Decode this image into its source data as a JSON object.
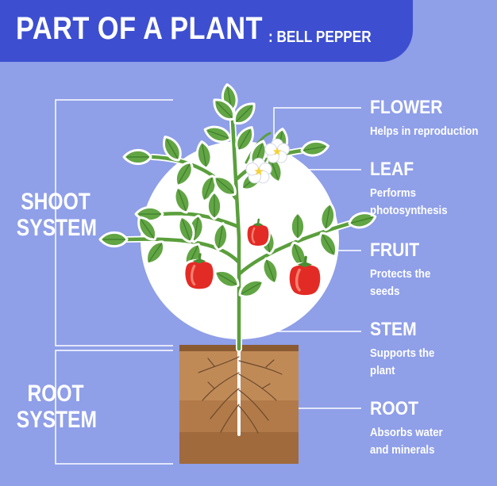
{
  "title": {
    "main": "PART OF A PLANT",
    "sub": ": BELL PEPPER"
  },
  "systems": [
    {
      "lines": [
        "SHOOT",
        "SYSTEM"
      ]
    },
    {
      "lines": [
        "ROOT",
        "SYSTEM"
      ]
    }
  ],
  "parts": [
    {
      "name": "FLOWER",
      "desc": [
        "Helps in reproduction"
      ]
    },
    {
      "name": "LEAF",
      "desc": [
        "Performs",
        "photosynthesis"
      ]
    },
    {
      "name": "FRUIT",
      "desc": [
        "Protects the",
        "seeds"
      ]
    },
    {
      "name": "STEM",
      "desc": [
        "Supports the",
        "plant"
      ]
    },
    {
      "name": "ROOT",
      "desc": [
        "Absorbs water",
        "and minerals"
      ]
    }
  ],
  "colors": {
    "background": "#8f9fe8",
    "banner": "#3d4fd0",
    "leaf": "#62a544",
    "fruit": "#e32b25",
    "soil": "#c08a57"
  }
}
